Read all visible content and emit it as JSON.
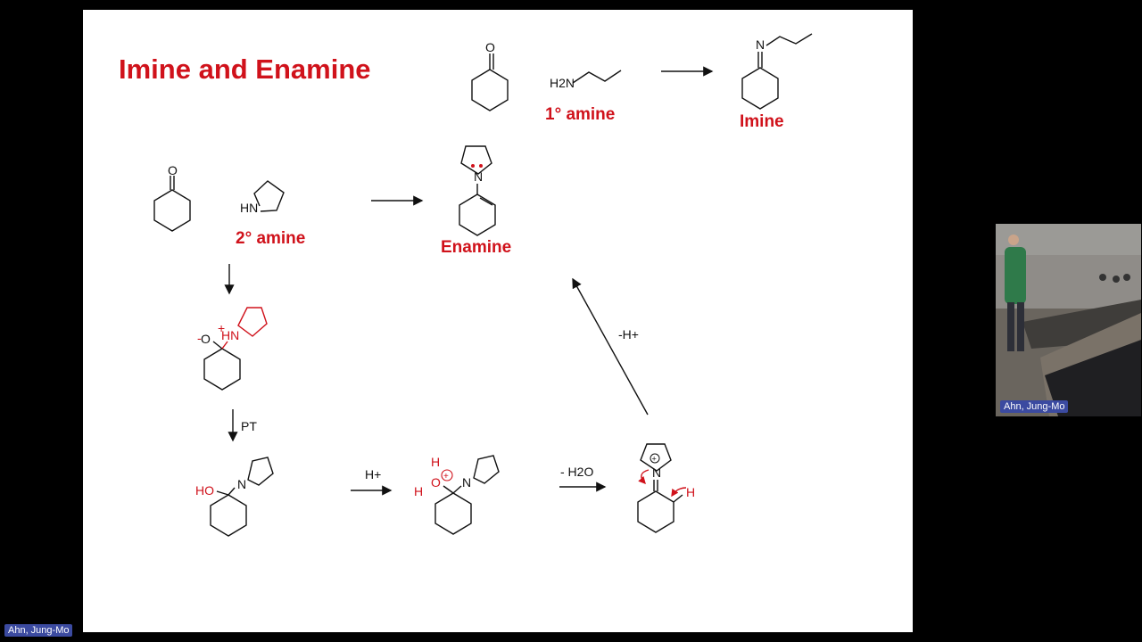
{
  "slide": {
    "title": "Imine and Enamine",
    "labels": {
      "primary_amine": "1° amine",
      "imine": "Imine",
      "secondary_amine": "2° amine",
      "enamine": "Enamine"
    },
    "conditions": {
      "pt": "PT",
      "h_plus": "H+",
      "minus_water": "- H2O",
      "minus_h_plus": "-H+"
    },
    "atoms": {
      "O": "O",
      "N": "N",
      "H": "H",
      "HN": "HN",
      "HO": "HO",
      "H2N": "H2N",
      "plus": "+",
      "minus": "-"
    }
  },
  "participants": {
    "presenter_name": "Ahn, Jung-Mo",
    "self_view_name": "Ahn, Jung-Mo"
  },
  "colors": {
    "accent_red": "#d0121b",
    "background": "#000000",
    "name_tag": "#3b4aa0"
  }
}
